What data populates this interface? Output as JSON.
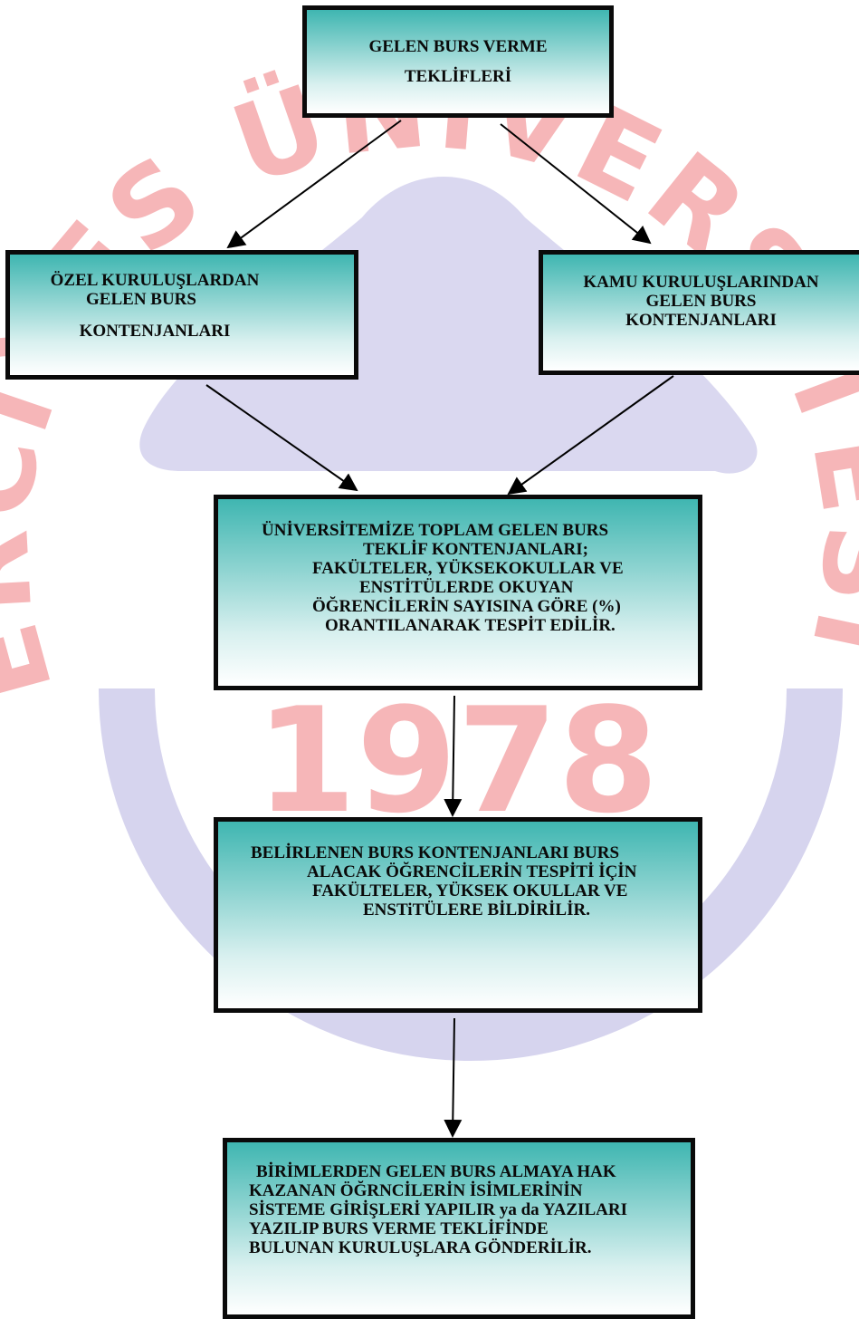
{
  "watermark": {
    "ring_text": "ERCİYES ÜNİVERSİTESİ",
    "year": "1978"
  },
  "boxes": {
    "top": [
      "GELEN BURS VERME",
      "TEKLİFLERİ"
    ],
    "left": [
      "ÖZEL KURULUŞLARDAN",
      "GELEN BURS",
      "KONTENJANLARI"
    ],
    "right": [
      "KAMU KURULUŞLARINDAN",
      "GELEN BURS",
      "KONTENJANLARI"
    ],
    "mid": [
      "ÜNİVERSİTEMİZE TOPLAM GELEN BURS",
      "TEKLİF KONTENJANLARI;",
      "FAKÜLTELER, YÜKSEKOKULLAR VE",
      "ENSTİTÜLERDE OKUYAN",
      "ÖĞRENCİLERİN SAYISINA GÖRE (%)",
      "ORANTILANARAK TESPİT EDİLİR."
    ],
    "det": [
      "BELİRLENEN  BURS KONTENJANLARI BURS",
      "ALACAK ÖĞRENCİLERİN TESPİTİ İÇİN",
      "FAKÜLTELER,  YÜKSEK OKULLAR VE",
      "ENSTiTÜLERE  BİLDİRİLİR."
    ],
    "bot": [
      "BİRİMLERDEN  GELEN BURS ALMAYA HAK",
      "KAZANAN ÖĞRNCİLERİN İSİMLERİNİN",
      "SİSTEME GİRİŞLERİ YAPILIR ya da YAZILARI",
      "YAZILIP BURS VERME TEKLİFİNDE",
      "BULUNAN KURULUŞLARA GÖNDERİLİR."
    ]
  },
  "colors": {
    "box_gradient_top": "#3fb6b1",
    "box_gradient_bottom": "#ffffff",
    "border": "#0a0a0a",
    "watermark_red": "#f6b6b8",
    "watermark_blue": "#d6d4ee"
  }
}
